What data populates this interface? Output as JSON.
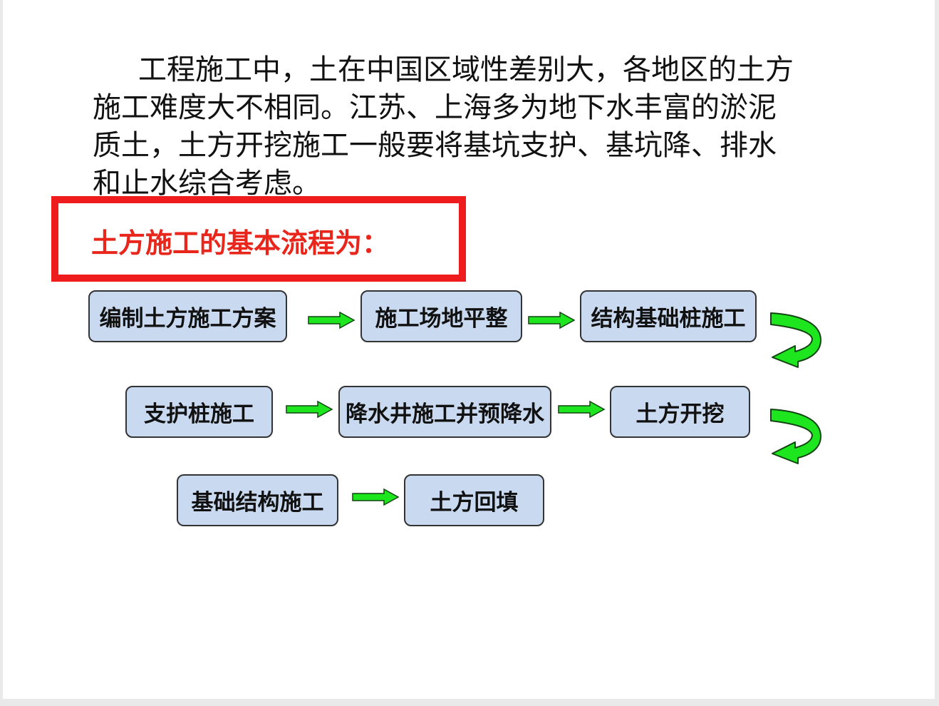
{
  "paragraph": {
    "lines": [
      "工程施工中，土在中国区域性差别大，各地区的土方",
      "施工难度大不相同。江苏、上海多为地下水丰富的淤泥",
      "质土，土方开挖施工一般要将基坑支护、基坑降、排水",
      "和止水综合考虑。"
    ]
  },
  "highlight": {
    "title": "土方施工的基本流程为：",
    "border_color": "#ee1c1c",
    "text_color": "#e8261c"
  },
  "flow": {
    "steps": [
      "编制土方施工方案",
      "施工场地平整",
      "结构基础桩施工",
      "支护桩施工",
      "降水井施工并预降水",
      "土方开挖",
      "基础结构施工",
      "土方回填"
    ],
    "box_fill": "#c9daf0",
    "arrow_color": "#1ee61e"
  }
}
